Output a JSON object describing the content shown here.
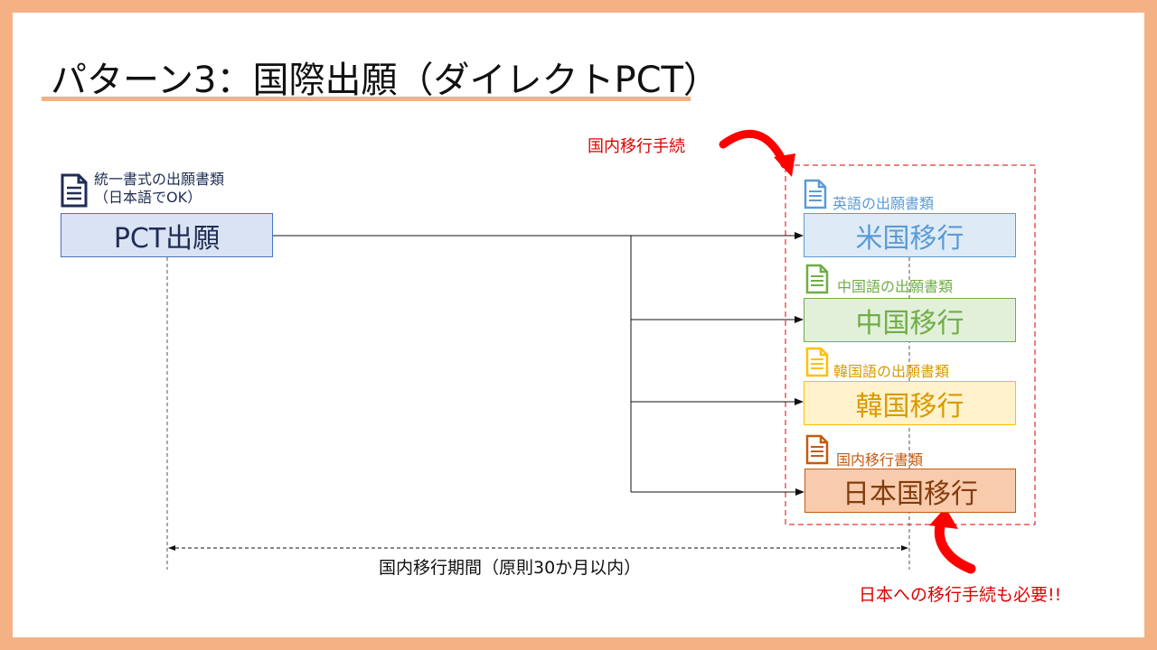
{
  "title": "パターン3：国際出願（ダイレクトPCT）",
  "pct": {
    "doc_line1": "統一書式の出願書類",
    "doc_line2": "（日本語でOK）",
    "box_label": "PCT出願"
  },
  "domestic_entry_label": "国内移行手続",
  "targets": {
    "us": {
      "doc_label": "英語の出願書類",
      "box_label": "米国移行"
    },
    "cn": {
      "doc_label": "中国語の出願書類",
      "box_label": "中国移行"
    },
    "kr": {
      "doc_label": "韓国語の出願書類",
      "box_label": "韓国移行"
    },
    "jp": {
      "doc_label": "国内移行書類",
      "box_label": "日本国移行"
    }
  },
  "period_label": "国内移行期間（原則30か月以内）",
  "japan_note": "日本への移行手続も必要!!",
  "colors": {
    "frame": "#f4b183",
    "pct": "#1f2d55",
    "us": "#5b9bd5",
    "cn": "#70ad47",
    "kr": "#ffc000",
    "jp": "#c55a11",
    "red": "#ff0000"
  },
  "icons": {
    "pct_doc": "document-icon",
    "us_doc": "document-icon",
    "cn_doc": "document-icon",
    "kr_doc": "document-icon",
    "jp_doc": "document-icon"
  }
}
